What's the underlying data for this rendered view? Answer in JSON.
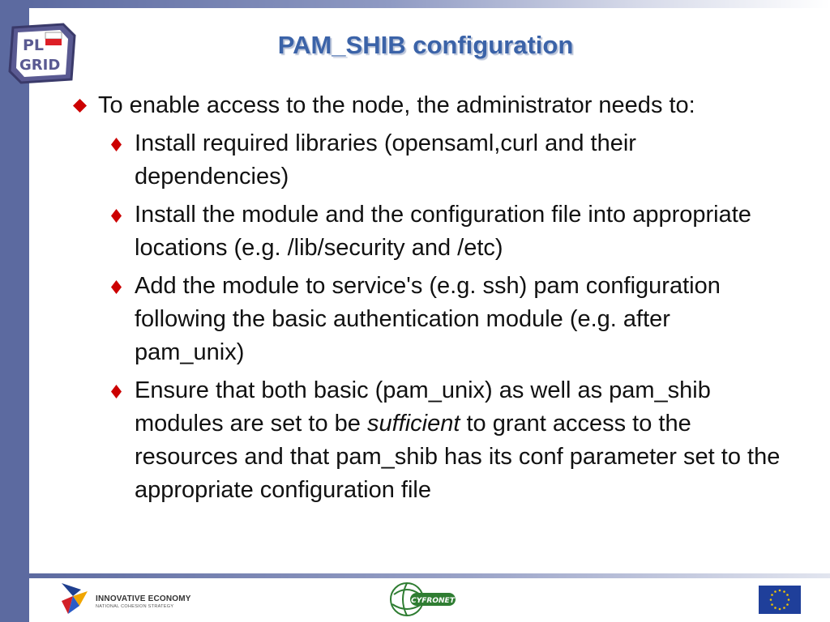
{
  "slide": {
    "title": "PAM_SHIB configuration",
    "logo_text_line1": "PL",
    "logo_text_line2": "GRID",
    "bullet_main": "To enable access to the node, the administrator needs to:",
    "sub_bullets": [
      {
        "text": "Install required libraries (opensaml,curl and their dependencies)"
      },
      {
        "text": "Install the module and the configuration file into appropriate locations (e.g. /lib/security and /etc)"
      },
      {
        "text": "Add the module to service's (e.g. ssh) pam configuration following the basic authentication module (e.g. after pam_unix)"
      }
    ],
    "last_bullet": {
      "before": "Ensure that both basic (pam_unix) as well as pam_shib modules are set to be ",
      "emphasis": "sufficient",
      "after": " to grant access to the resources and that pam_shib has its conf parameter set to the appropriate configuration file"
    }
  },
  "footer": {
    "innovative_economy": "INNOVATIVE ECONOMY",
    "innovative_economy_sub": "NATIONAL COHESION STRATEGY",
    "cyfronet": "CYFRONET"
  },
  "colors": {
    "accent_blue": "#5c6aa0",
    "title_blue": "#3b63a8",
    "bullet_red": "#cc0000"
  },
  "icons": [
    "plgrid-logo-icon",
    "diamond-bullet-icon",
    "innovative-economy-logo-icon",
    "cyfronet-logo-icon",
    "eu-flag-icon"
  ]
}
